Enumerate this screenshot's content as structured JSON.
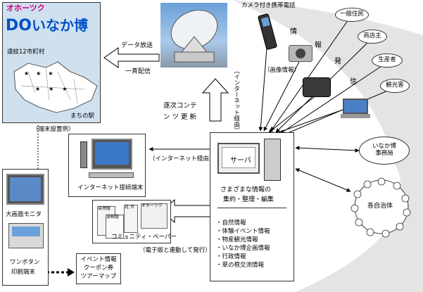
{
  "map_panel": {
    "title_top": "オホーツク",
    "title_do": "DO",
    "title_rest": "いなか博",
    "region_label": "遠紋12市町村",
    "station_label": "まちの駅",
    "terminal_example_label": "（端末設置例）"
  },
  "broadcast": {
    "data_broadcast": "データ放送",
    "simultaneous": "一斉配信"
  },
  "internet_via_vertical": "（インターネット経由）",
  "sequential_update": [
    "逐次コンテ",
    "ン ツ 更 新"
  ],
  "mobile": {
    "camera_phone": "カメラ付き携帯電話",
    "image_info": "（画像情報）",
    "info_chars": [
      "情",
      "報",
      "発",
      "信"
    ]
  },
  "senders": {
    "residents": "一般住民",
    "shop_owners": "商店主",
    "producers": "生産者",
    "tourists": "観光客"
  },
  "internet_terminal": {
    "label": "インターネット接続端末",
    "via": "（インターネット経由）"
  },
  "server": {
    "label": "サーバ",
    "desc_line1": "さまざまな情報の",
    "desc_line2": "集約・整理・編集",
    "items": [
      "・自然情報",
      "・体験イベント情報",
      "・物産観光情報",
      "・いなか博企画情報",
      "・行政情報",
      "・草の根交流情報"
    ]
  },
  "office": {
    "line1": "いなか博",
    "line2": "事務局"
  },
  "municipalities": "各自治体",
  "paper": {
    "label": "コミュニティ・ペーパー",
    "coop": "（電子版と連動して発行）",
    "ph1": "自然版",
    "ph2": "旅割版",
    "ph3": "花 ガ",
    "ph4": "オホーツク"
  },
  "kiosk": {
    "monitor": "大画面モニタ",
    "printer_line1": "ワンボタン",
    "printer_line2": "印刷端末"
  },
  "coupon": {
    "line1": "イベント情報",
    "line2": "クーポン券",
    "line3": "ツアーマップ"
  }
}
